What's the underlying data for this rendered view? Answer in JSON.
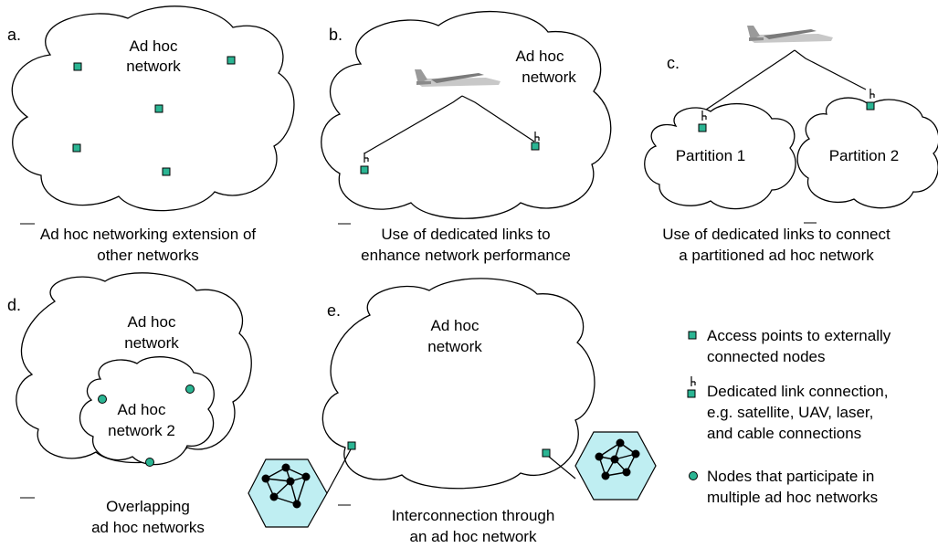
{
  "panels": {
    "a": {
      "letter": "a.",
      "cloud_label_line1": "Ad hoc",
      "cloud_label_line2": "network",
      "caption_line1": "Ad hoc networking extension of",
      "caption_line2": "other networks"
    },
    "b": {
      "letter": "b.",
      "cloud_label_line1": "Ad hoc",
      "cloud_label_line2": "network",
      "caption_line1": "Use of dedicated links to",
      "caption_line2": "enhance network performance"
    },
    "c": {
      "letter": "c.",
      "partition1_label": "Partition 1",
      "partition2_label": "Partition 2",
      "caption_line1": "Use of dedicated links to connect",
      "caption_line2": "a partitioned ad hoc network"
    },
    "d": {
      "letter": "d.",
      "outer_label_line1": "Ad hoc",
      "outer_label_line2": "network",
      "inner_label_line1": "Ad hoc",
      "inner_label_line2": "network 2",
      "caption_line1": "Overlapping",
      "caption_line2": "ad hoc networks"
    },
    "e": {
      "letter": "e.",
      "cloud_label_line1": "Ad hoc",
      "cloud_label_line2": "network",
      "caption_line1": "Interconnection through",
      "caption_line2": "an ad hoc network"
    }
  },
  "legend": {
    "access_point_line1": "Access points to externally",
    "access_point_line2": "connected nodes",
    "dedicated_line1": "Dedicated link connection,",
    "dedicated_line2": "e.g. satellite, UAV, laser,",
    "dedicated_line3": "and cable connections",
    "multi_node_line1": "Nodes that participate in",
    "multi_node_line2": "multiple ad hoc networks"
  },
  "colors": {
    "node_fill": "#2bb593",
    "hexagon_fill": "#bfeef2",
    "outline": "#000000"
  },
  "icons": [
    "uav-icon",
    "antenna-icon",
    "hexagon-mesh-icon"
  ]
}
